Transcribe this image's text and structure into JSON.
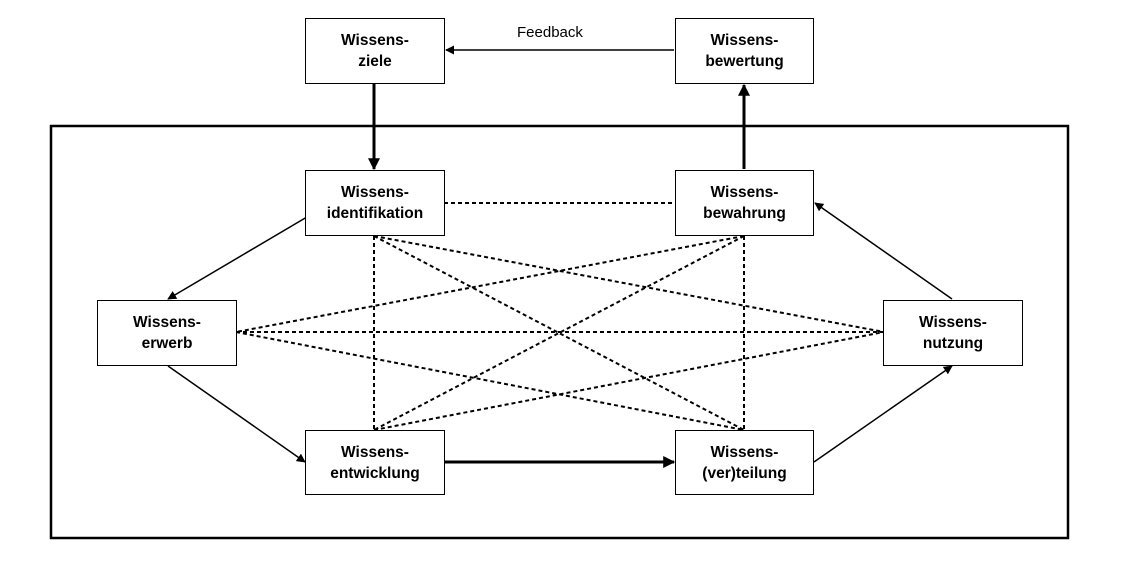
{
  "feedback_label": "Feedback",
  "nodes": {
    "ziele": {
      "line1": "Wissens-",
      "line2": "ziele"
    },
    "bewertung": {
      "line1": "Wissens-",
      "line2": "bewertung"
    },
    "identifikation": {
      "line1": "Wissens-",
      "line2": "identifikation"
    },
    "bewahrung": {
      "line1": "Wissens-",
      "line2": "bewahrung"
    },
    "erwerb": {
      "line1": "Wissens-",
      "line2": "erwerb"
    },
    "nutzung": {
      "line1": "Wissens-",
      "line2": "nutzung"
    },
    "entwicklung": {
      "line1": "Wissens-",
      "line2": "entwicklung"
    },
    "verteilung": {
      "line1": "Wissens-",
      "line2": "(ver)teilung"
    }
  },
  "colors": {
    "stroke": "#000000",
    "background": "#ffffff"
  }
}
